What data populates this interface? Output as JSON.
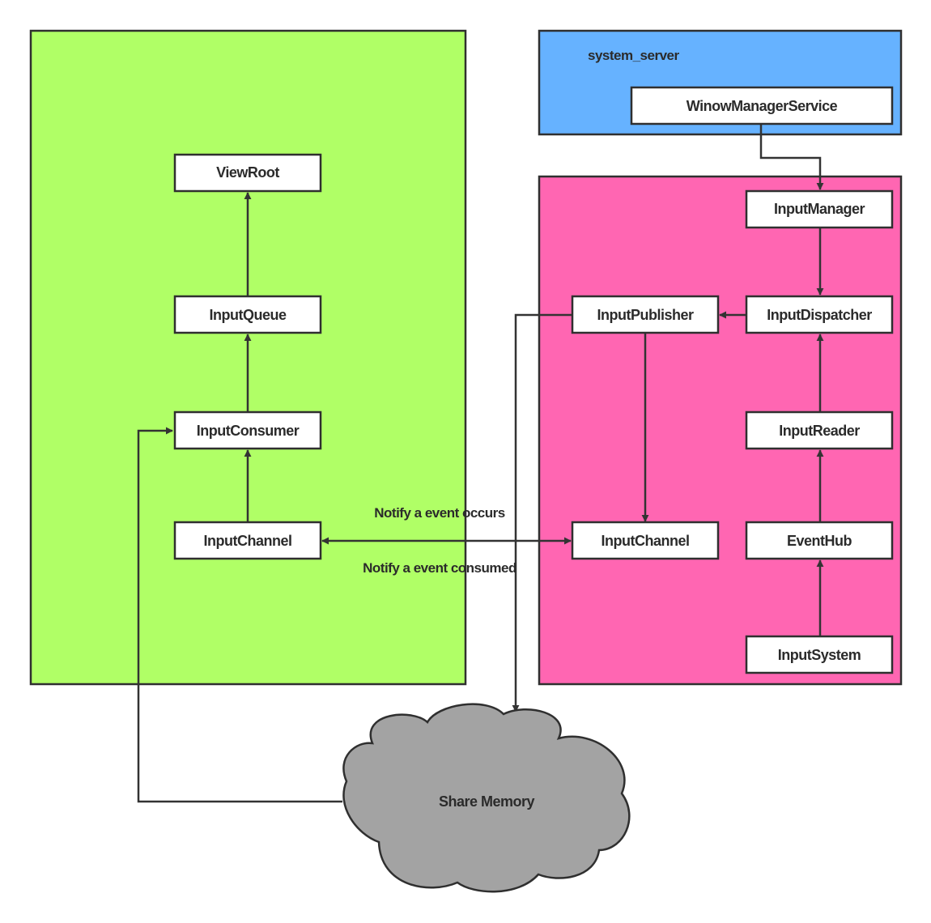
{
  "containers": {
    "system_server": {
      "label": "system_server",
      "color": "#66b2ff"
    },
    "app_process": {
      "color": "#b0ff66"
    },
    "input_subsystem": {
      "color": "#ff66b2"
    }
  },
  "nodes": {
    "wms": "WinowManagerService",
    "view_root": "ViewRoot",
    "input_queue": "InputQueue",
    "input_consumer": "InputConsumer",
    "input_channel_app": "InputChannel",
    "input_manager": "InputManager",
    "input_publisher": "InputPublisher",
    "input_dispatcher": "InputDispatcher",
    "input_reader": "InputReader",
    "input_channel_sys": "InputChannel",
    "event_hub": "EventHub",
    "input_system": "InputSystem"
  },
  "edge_labels": {
    "notify_occurs": "Notify a event occurs",
    "notify_consumed": "Notify a event consumed"
  },
  "cloud": {
    "label": "Share Memory",
    "color": "#a3a3a3"
  }
}
